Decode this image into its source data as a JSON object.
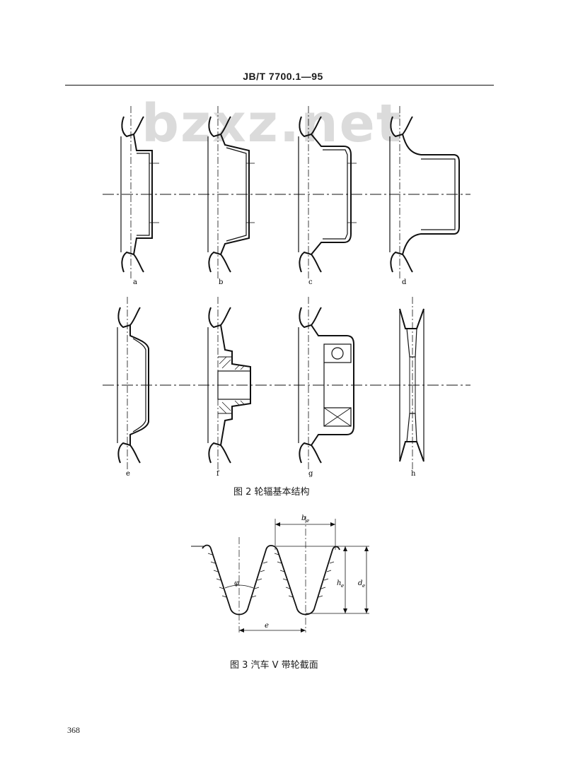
{
  "header": {
    "standard_code": "JB/T 7700.1—95"
  },
  "watermark": {
    "text": "bzxz.net"
  },
  "figure2": {
    "caption": "图 2   轮辐基本结构",
    "panel_labels": [
      "a",
      "b",
      "c",
      "d",
      "e",
      "f",
      "g",
      "h"
    ]
  },
  "figure3": {
    "caption": "图 3   汽车 V 带轮截面",
    "labels": {
      "be": "b",
      "be_sub": "e",
      "he": "h",
      "he_sub": "e",
      "de": "d",
      "de_sub": "e",
      "phi": "φ",
      "e": "e"
    }
  },
  "footer": {
    "page_number": "368"
  }
}
